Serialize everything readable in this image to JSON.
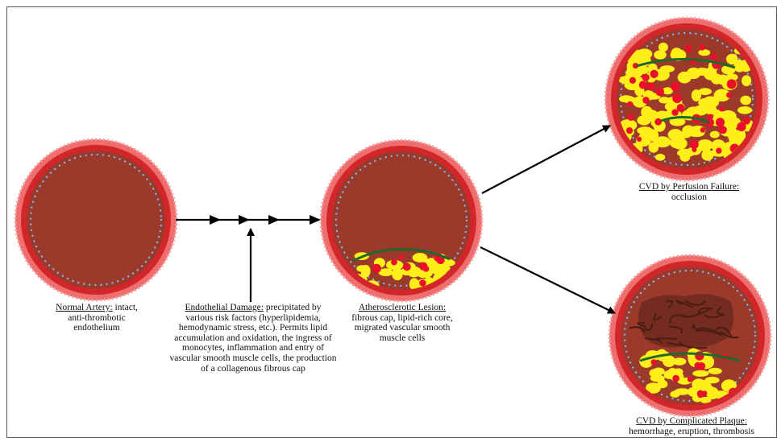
{
  "colors": {
    "outer_ring": "#ee6e6e",
    "inner_wall": "#d2262a",
    "lumen": "#9b3a2a",
    "endothelium_dots": "#7fb0f0",
    "lipid": "#ffee1a",
    "cell": "#e8102a",
    "fibrous_cap": "#1e6a2a",
    "thrombus": "#4a1c12",
    "arrow": "#000000"
  },
  "normal_artery": {
    "heading": "Normal Artery:",
    "rest": " intact,",
    "lines": [
      "anti-thrombotic",
      "endothelium"
    ]
  },
  "endothelial_damage": {
    "heading": "Endothelial Damage:",
    "rest": " precipitated by",
    "lines": [
      "various risk factors (hyperlipidemia,",
      "hemodynamic stress, etc.). Permits lipid",
      "accumulation and oxidation, the ingress of",
      "monocytes, inflammation and entry of",
      "vascular smooth muscle cells, the production",
      "of a collagenous fibrous cap"
    ]
  },
  "atherosclerotic_lesion": {
    "heading": "Atherosclerotic Lesion:",
    "lines": [
      "fibrous cap, lipid-rich core,",
      "migrated vascular smooth",
      "muscle cells"
    ]
  },
  "perfusion_failure": {
    "heading": "CVD by Perfusion Failure:",
    "lines": [
      "occlusion"
    ]
  },
  "complicated_plaque": {
    "heading": "CVD by Complicated Plaque:",
    "lines": [
      "hemorrhage, eruption, thrombosis"
    ]
  }
}
